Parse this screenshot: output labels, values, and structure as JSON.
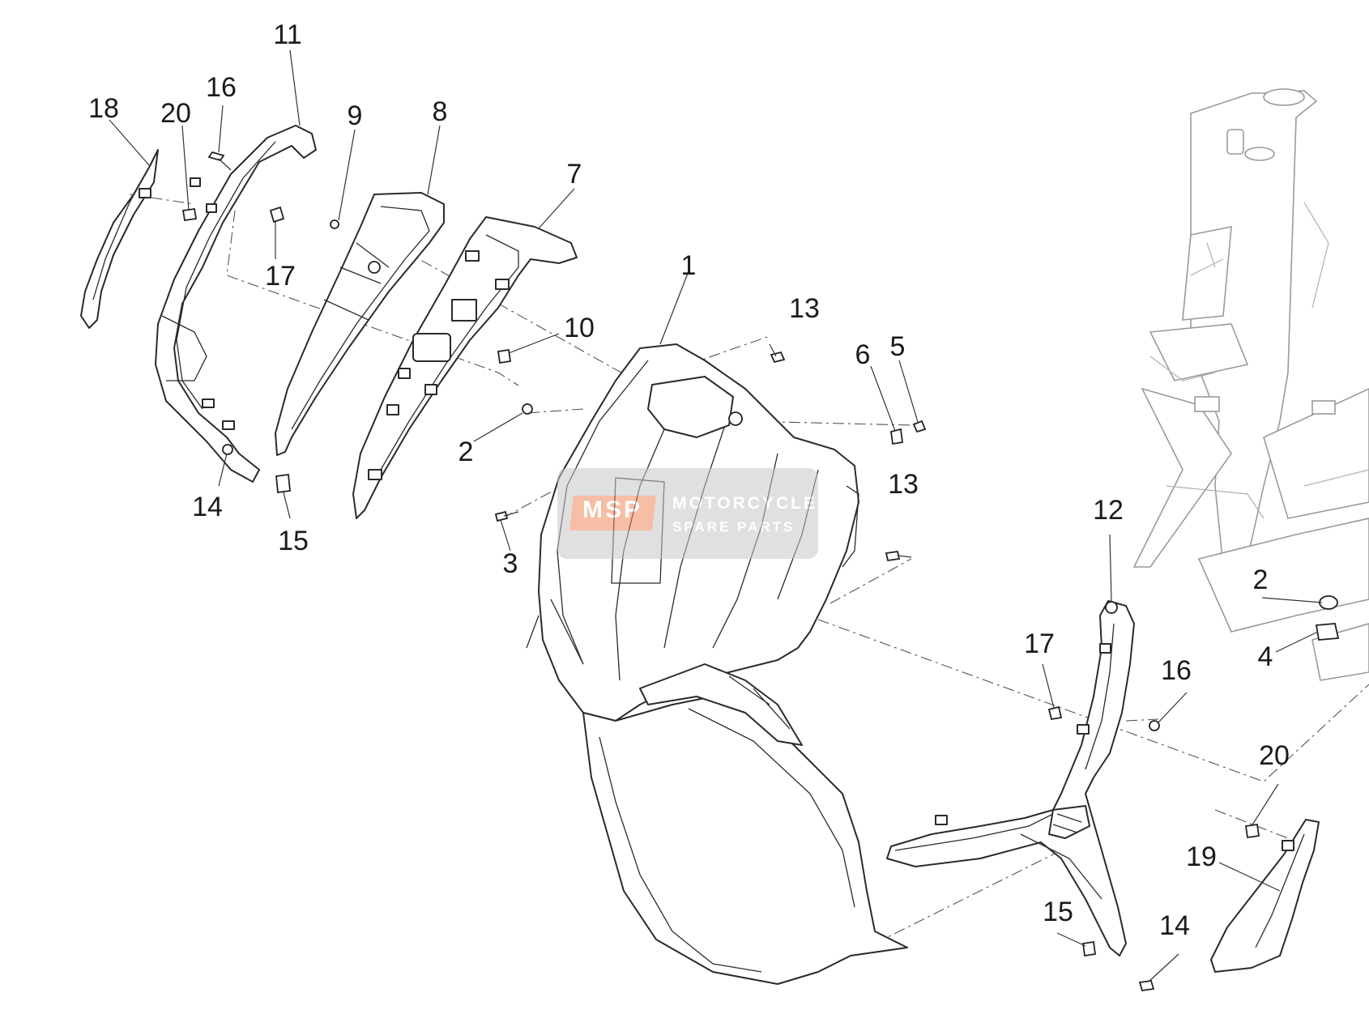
{
  "callouts": [
    {
      "key": "c1",
      "label": "1"
    },
    {
      "key": "c2a",
      "label": "2"
    },
    {
      "key": "c2b",
      "label": "2"
    },
    {
      "key": "c3",
      "label": "3"
    },
    {
      "key": "c4",
      "label": "4"
    },
    {
      "key": "c5",
      "label": "5"
    },
    {
      "key": "c6",
      "label": "6"
    },
    {
      "key": "c7",
      "label": "7"
    },
    {
      "key": "c8",
      "label": "8"
    },
    {
      "key": "c9",
      "label": "9"
    },
    {
      "key": "c10",
      "label": "10"
    },
    {
      "key": "c11",
      "label": "11"
    },
    {
      "key": "c12",
      "label": "12"
    },
    {
      "key": "c13a",
      "label": "13"
    },
    {
      "key": "c13b",
      "label": "13"
    },
    {
      "key": "c14a",
      "label": "14"
    },
    {
      "key": "c14b",
      "label": "14"
    },
    {
      "key": "c15a",
      "label": "15"
    },
    {
      "key": "c15b",
      "label": "15"
    },
    {
      "key": "c16a",
      "label": "16"
    },
    {
      "key": "c16b",
      "label": "16"
    },
    {
      "key": "c17a",
      "label": "17"
    },
    {
      "key": "c17b",
      "label": "17"
    },
    {
      "key": "c18",
      "label": "18"
    },
    {
      "key": "c19",
      "label": "19"
    },
    {
      "key": "c20a",
      "label": "20"
    },
    {
      "key": "c20b",
      "label": "20"
    }
  ],
  "watermark": {
    "logo_text": "MSP",
    "line1": "MOTORCYCLE",
    "line2": "SPARE PARTS",
    "accent_color": "#f08a5d"
  }
}
